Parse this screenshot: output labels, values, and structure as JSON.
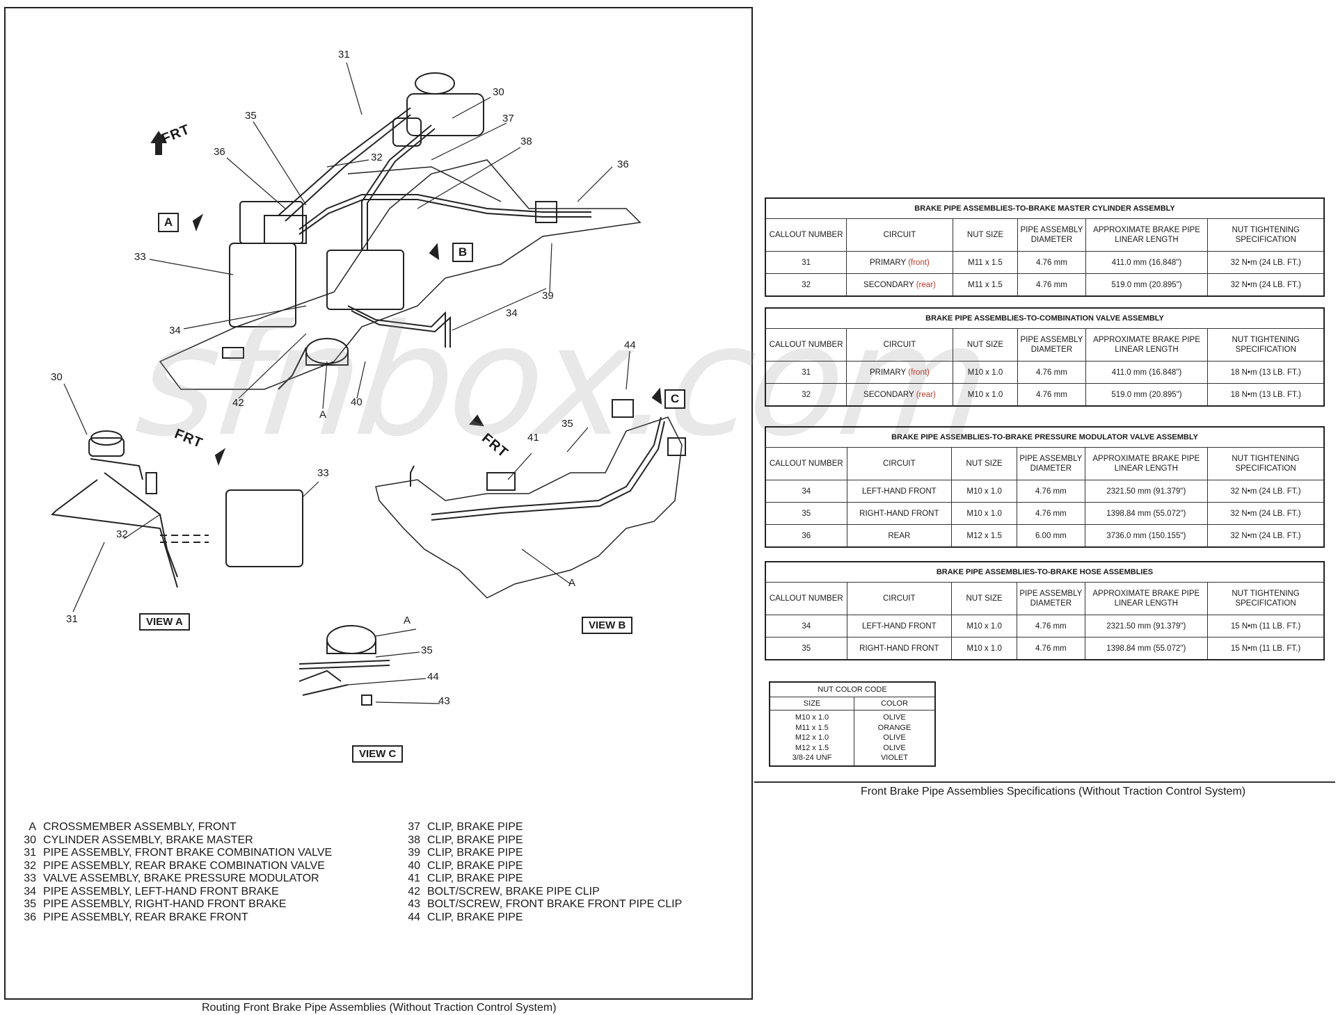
{
  "diagram": {
    "callouts": [
      "31",
      "30",
      "37",
      "35",
      "38",
      "36",
      "32",
      "36",
      "33",
      "34",
      "39",
      "34",
      "44",
      "40",
      "42",
      "A",
      "30",
      "33",
      "41",
      "35",
      "32",
      "31",
      "A",
      "35",
      "44",
      "43",
      "A"
    ],
    "frt_label": "FRT",
    "views": {
      "a_box": "A",
      "b_box": "B",
      "c_box": "C"
    },
    "view_labels": {
      "view_a": "VIEW A",
      "view_b": "VIEW B",
      "view_c": "VIEW C"
    },
    "watermark": "sfnbox.com"
  },
  "legend": {
    "col1": [
      {
        "num": "A",
        "text": "CROSSMEMBER ASSEMBLY, FRONT"
      },
      {
        "num": "30",
        "text": "CYLINDER ASSEMBLY, BRAKE MASTER"
      },
      {
        "num": "31",
        "text": "PIPE ASSEMBLY, FRONT BRAKE COMBINATION VALVE"
      },
      {
        "num": "32",
        "text": "PIPE ASSEMBLY, REAR BRAKE COMBINATION VALVE"
      },
      {
        "num": "33",
        "text": "VALVE ASSEMBLY, BRAKE PRESSURE MODULATOR"
      },
      {
        "num": "34",
        "text": "PIPE ASSEMBLY, LEFT-HAND FRONT BRAKE"
      },
      {
        "num": "35",
        "text": "PIPE ASSEMBLY, RIGHT-HAND FRONT BRAKE"
      },
      {
        "num": "36",
        "text": "PIPE ASSEMBLY, REAR BRAKE FRONT"
      }
    ],
    "col2": [
      {
        "num": "37",
        "text": "CLIP, BRAKE PIPE"
      },
      {
        "num": "38",
        "text": "CLIP, BRAKE PIPE"
      },
      {
        "num": "39",
        "text": "CLIP, BRAKE PIPE"
      },
      {
        "num": "40",
        "text": "CLIP, BRAKE PIPE"
      },
      {
        "num": "41",
        "text": "CLIP, BRAKE PIPE"
      },
      {
        "num": "42",
        "text": "BOLT/SCREW, BRAKE PIPE CLIP"
      },
      {
        "num": "43",
        "text": "BOLT/SCREW, FRONT BRAKE FRONT PIPE CLIP"
      },
      {
        "num": "44",
        "text": "CLIP, BRAKE PIPE"
      }
    ]
  },
  "left_caption": "Routing Front Brake Pipe Assemblies (Without Traction Control System)",
  "right_caption": "Front Brake Pipe Assemblies Specifications (Without Traction Control System)",
  "headers": {
    "callout": "CALLOUT NUMBER",
    "circuit": "CIRCUIT",
    "nut_size": "NUT SIZE",
    "diameter": "PIPE ASSEMBLY DIAMETER",
    "length": "APPROXIMATE BRAKE PIPE LINEAR LENGTH",
    "torque": "NUT TIGHTENING SPECIFICATION"
  },
  "tables": [
    {
      "title": "BRAKE PIPE ASSEMBLIES-TO-BRAKE MASTER CYLINDER ASSEMBLY",
      "rows": [
        {
          "callout": "31",
          "circuit": "PRIMARY",
          "note": "(front)",
          "nut": "M11 x 1.5",
          "dia": "4.76 mm",
          "length": "411.0 mm (16.848\")",
          "torque": "32 N•m (24 LB. FT.)"
        },
        {
          "callout": "32",
          "circuit": "SECONDARY",
          "note": "(rear)",
          "nut": "M11 x 1.5",
          "dia": "4.76 mm",
          "length": "519.0  mm (20.895\")",
          "torque": "32 N•m (24 LB. FT.)"
        }
      ]
    },
    {
      "title": "BRAKE PIPE ASSEMBLIES-TO-COMBINATION VALVE ASSEMBLY",
      "rows": [
        {
          "callout": "31",
          "circuit": "PRIMARY",
          "note": "(front)",
          "nut": "M10 x 1.0",
          "dia": "4.76 mm",
          "length": "411.0 mm (16.848\")",
          "torque": "18 N•m (13 LB. FT.)"
        },
        {
          "callout": "32",
          "circuit": "SECONDARY",
          "note": "(rear)",
          "nut": "M10 x 1.0",
          "dia": "4.76 mm",
          "length": "519.0 mm (20.895\")",
          "torque": "18 N•m (13 LB. FT.)"
        }
      ]
    },
    {
      "title": "BRAKE PIPE ASSEMBLIES-TO-BRAKE PRESSURE MODULATOR VALVE ASSEMBLY",
      "rows": [
        {
          "callout": "34",
          "circuit": "LEFT-HAND FRONT",
          "note": "",
          "nut": "M10 x 1.0",
          "dia": "4.76 mm",
          "length": "2321.50 mm (91.379\")",
          "torque": "32 N•m (24 LB. FT.)"
        },
        {
          "callout": "35",
          "circuit": "RIGHT-HAND FRONT",
          "note": "",
          "nut": "M10 x 1.0",
          "dia": "4.76 mm",
          "length": "1398.84 mm (55.072\")",
          "torque": "32 N•m (24 LB. FT.)"
        },
        {
          "callout": "36",
          "circuit": "REAR",
          "note": "",
          "nut": "M12 x 1.5",
          "dia": "6.00 mm",
          "length": "3736.0 mm (150.155\")",
          "torque": "32 N•m (24 LB. FT.)"
        }
      ]
    },
    {
      "title": "BRAKE PIPE ASSEMBLIES-TO-BRAKE HOSE ASSEMBLIES",
      "rows": [
        {
          "callout": "34",
          "circuit": "LEFT-HAND FRONT",
          "note": "",
          "nut": "M10 x 1.0",
          "dia": "4.76 mm",
          "length": "2321.50 mm (91.379\")",
          "torque": "15 N•m (11 LB. FT.)"
        },
        {
          "callout": "35",
          "circuit": "RIGHT-HAND FRONT",
          "note": "",
          "nut": "M10 x 1.0",
          "dia": "4.76 mm",
          "length": "1398.84 mm (55.072\")",
          "torque": "15 N•m (11 LB. FT.)"
        }
      ]
    }
  ],
  "nut_color_code": {
    "title": "NUT COLOR CODE",
    "size_header": "SIZE",
    "color_header": "COLOR",
    "sizes": "M10 x 1.0\nM11 x 1.5\nM12 x 1.0\nM12 x 1.5\n3/8-24 UNF",
    "colors": "OLIVE\nORANGE\nOLIVE\nOLIVE\nVIOLET"
  }
}
